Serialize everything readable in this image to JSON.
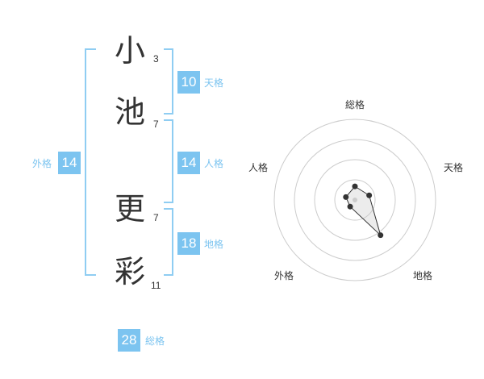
{
  "name": {
    "chars": [
      {
        "char": "小",
        "strokes": "3"
      },
      {
        "char": "池",
        "strokes": "7"
      },
      {
        "char": "更",
        "strokes": "7"
      },
      {
        "char": "彩",
        "strokes": "11"
      }
    ]
  },
  "grades": {
    "tenkaku": {
      "value": "10",
      "label": "天格"
    },
    "jinkaku": {
      "value": "14",
      "label": "人格"
    },
    "chikaku": {
      "value": "18",
      "label": "地格"
    },
    "gaikaku": {
      "value": "14",
      "label": "外格"
    },
    "soukaku": {
      "value": "28",
      "label": "総格"
    }
  },
  "chart_data": {
    "type": "radar",
    "axes": [
      "総格",
      "天格",
      "地格",
      "外格",
      "人格"
    ],
    "values": [
      0.5,
      0.55,
      1.6,
      0.3,
      0.35
    ],
    "rings": 4
  },
  "colors": {
    "accent": "#7cc4f0",
    "bracket": "#8fcdf2",
    "text": "#333333",
    "grid": "#cccccc"
  }
}
